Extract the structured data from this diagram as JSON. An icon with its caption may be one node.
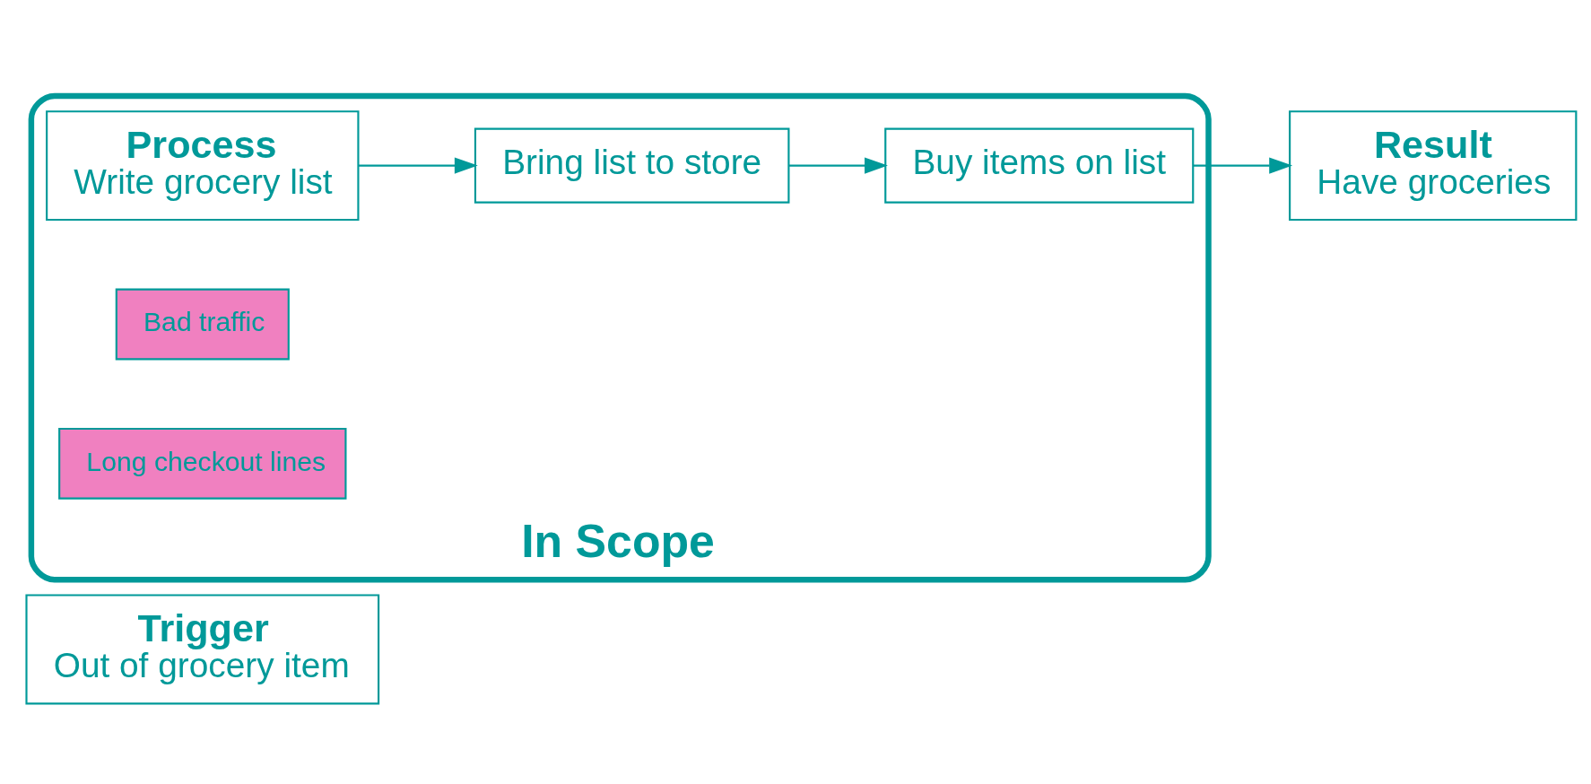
{
  "diagram": {
    "nodes": [
      {
        "text": [
          "Trigger",
          "Out of grocery item"
        ]
      },
      {
        "text": [
          "In Scope"
        ]
      },
      {
        "text": [
          "Process",
          "Write grocery list"
        ],
        "in": 1
      },
      {
        "text": [
          "Bring list to store"
        ],
        "in": 1
      },
      {
        "text": [
          "Bad traffic"
        ],
        "in": 1
      },
      {
        "text": [
          "Long checkout lines"
        ],
        "in": 1
      },
      {
        "text": [
          "Buy items on list"
        ],
        "in": 1
      },
      {
        "text": [
          "Result",
          "Have groceries"
        ]
      }
    ],
    "edges": [
      {
        "from": 2,
        "to": 3,
        "arrow": "to"
      },
      {
        "from": 3,
        "to": 6,
        "arrow": "to"
      },
      {
        "from": 6,
        "to": 7,
        "arrow": "to"
      }
    ]
  }
}
